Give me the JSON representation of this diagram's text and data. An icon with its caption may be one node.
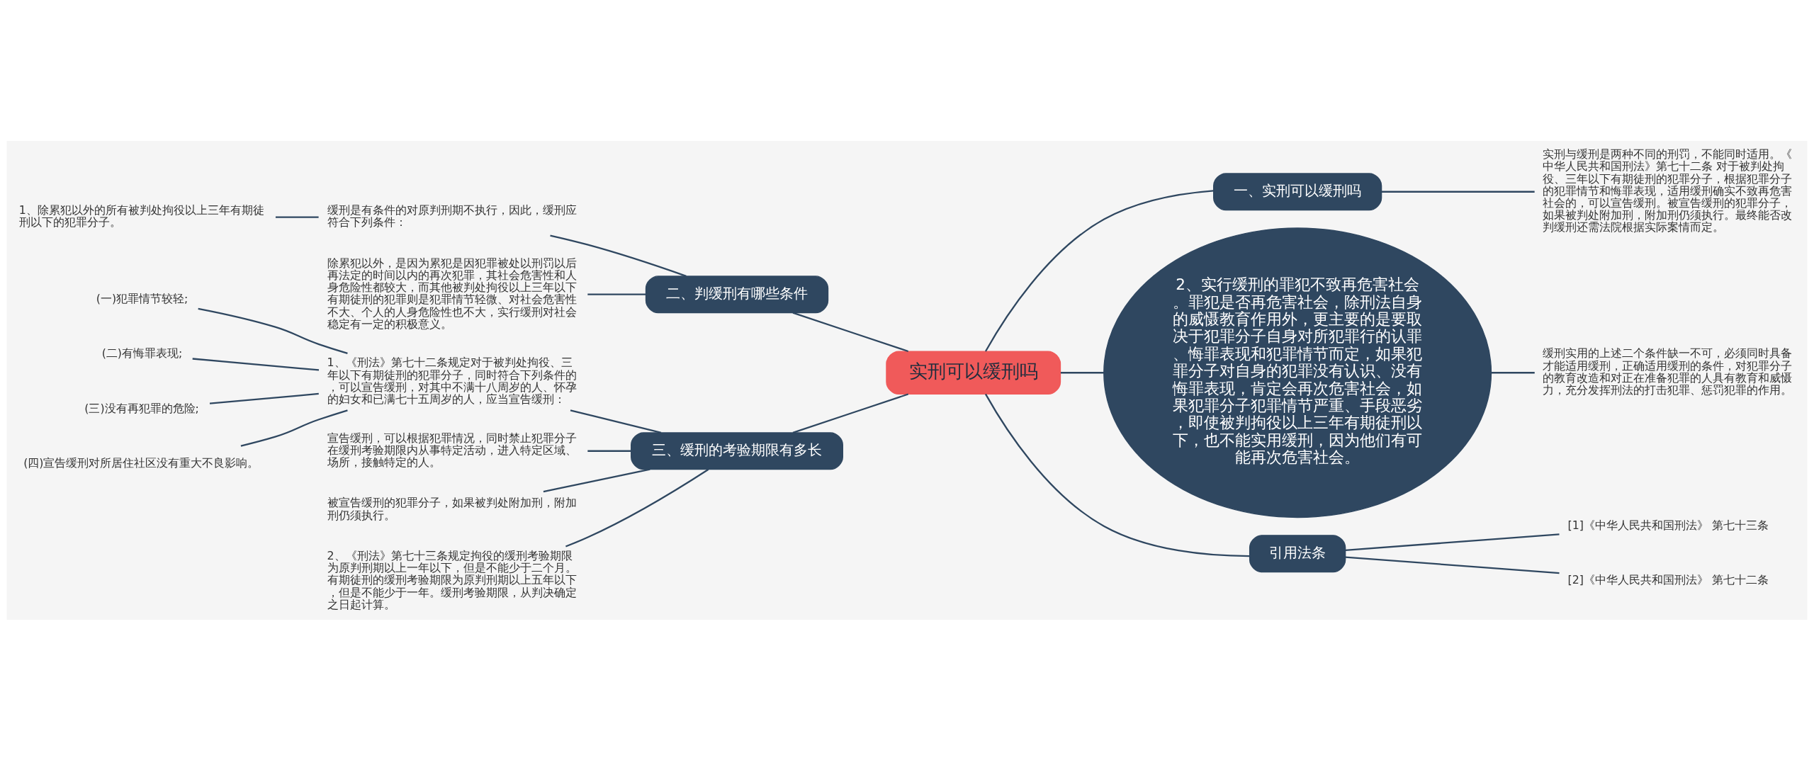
{
  "diagram": {
    "nodes": [
      {
        "text": [
          "实刑可以缓刑吗"
        ]
      },
      {
        "text": [
          "一、实刑可以缓刑吗"
        ]
      },
      {
        "text": [
          "实刑与缓刑是两种不同的刑罚，不能同时适用。《中华人民共和国刑法》第七十二条 对于被判处拘役、三年以下有期徒刑的犯罪分子，根据犯罪分子的犯罪情节和悔罪表现，适用缓刑确实不致再危害社会的，可以宣告缓刑。被宣告缓刑的犯罪分子，如果被判处附加刑，附加刑仍须执行。最终能否改判缓刑还需法院根据实际案情而定。"
        ]
      },
      {
        "text": [
          "2、实行缓刑的罪犯不致再危害社会。罪犯是否再危害社会，除刑法自身的威慑教育作用外，更主要的是要取决于犯罪分子自身对所犯罪行的认罪、悔罪表现和犯罪情节而定，如果犯罪分子对自身的犯罪没有认识、没有悔罪表现，肯定会再次危害社会，如果犯罪分子犯罪情节严重、手段恶劣，即使被判拘役以上三年有期徒刑以下，也不能实用缓刑，因为他们有可能再次危害社会。"
        ]
      },
      {
        "text": [
          "缓刑实用的上述二个条件缺一不可，必须同时具备才能适用缓刑，正确适用缓刑的条件，对犯罪分子的教育改造和对正在准备犯罪的人具有教育和威慑力，充分发挥刑法的打击犯罪、惩罚犯罪的作用。"
        ]
      },
      {
        "text": [
          "引用法条"
        ]
      },
      {
        "text": [
          "[1]《中华人民共和国刑法》 第七十三条"
        ]
      },
      {
        "text": [
          "[2]《中华人民共和国刑法》 第七十二条"
        ]
      },
      {
        "text": [
          "二、判缓刑有哪些条件"
        ]
      },
      {
        "text": [
          "缓刑是有条件的对原判刑期不执行，因此，缓刑应符合下列条件："
        ]
      },
      {
        "text": [
          "1、除累犯以外的所有被判处拘役以上三年有期徒刑以下的犯罪分子。"
        ]
      },
      {
        "text": [
          "除累犯以外，是因为累犯是因犯罪被处以刑罚以后再法定的时间以内的再次犯罪，其社会危害性和人身危险性都较大，而其他被判处拘役以上三年以下有期徒刑的犯罪则是犯罪情节轻微、对社会危害性不大、个人的人身危险性也不大，实行缓刑对社会稳定有一定的积极意义。"
        ]
      },
      {
        "text": [
          "三、缓刑的考验期限有多长"
        ]
      },
      {
        "text": [
          "1、《刑法》第七十二条规定对于被判处拘役、三年以下有期徒刑的犯罪分子，同时符合下列条件的，可以宣告缓刑，对其中不满十八周岁的人、怀孕的妇女和已满七十五周岁的人，应当宣告缓刑："
        ]
      },
      {
        "text": [
          "(一)犯罪情节较轻;"
        ]
      },
      {
        "text": [
          "(二)有悔罪表现;"
        ]
      },
      {
        "text": [
          "(三)没有再犯罪的危险;"
        ]
      },
      {
        "text": [
          "(四)宣告缓刑对所居住社区没有重大不良影响。"
        ]
      },
      {
        "text": [
          "宣告缓刑，可以根据犯罪情况，同时禁止犯罪分子在缓刑考验期限内从事特定活动，进入特定区域、场所，接触特定的人。"
        ]
      },
      {
        "text": [
          "被宣告缓刑的犯罪分子，如果被判处附加刑，附加刑仍须执行。"
        ]
      },
      {
        "text": [
          "2、《刑法》第七十三条规定拘役的缓刑考验期限为原判刑期以上一年以下，但是不能少于二个月。有期徒刑的缓刑考验期限为原判刑期以上五年以下，但是不能少于一年。缓刑考验期限，从判决确定之日起计算。"
        ]
      }
    ],
    "edges": [
      {
        "from": 0,
        "to": 1,
        "arrow": "none"
      },
      {
        "from": 1,
        "to": 2,
        "arrow": "none"
      },
      {
        "from": 0,
        "to": 3,
        "arrow": "none"
      },
      {
        "from": 3,
        "to": 4,
        "arrow": "none"
      },
      {
        "from": 0,
        "to": 5,
        "arrow": "none"
      },
      {
        "from": 5,
        "to": 6,
        "arrow": "none"
      },
      {
        "from": 5,
        "to": 7,
        "arrow": "none"
      },
      {
        "from": 0,
        "to": 8,
        "arrow": "none"
      },
      {
        "from": 8,
        "to": 9,
        "arrow": "none"
      },
      {
        "from": 9,
        "to": 10,
        "arrow": "none"
      },
      {
        "from": 8,
        "to": 11,
        "arrow": "none"
      },
      {
        "from": 0,
        "to": 12,
        "arrow": "none"
      },
      {
        "from": 12,
        "to": 13,
        "arrow": "none"
      },
      {
        "from": 13,
        "to": 14,
        "arrow": "none"
      },
      {
        "from": 13,
        "to": 15,
        "arrow": "none"
      },
      {
        "from": 13,
        "to": 16,
        "arrow": "none"
      },
      {
        "from": 13,
        "to": 17,
        "arrow": "none"
      },
      {
        "from": 12,
        "to": 18,
        "arrow": "none"
      },
      {
        "from": 12,
        "to": 19,
        "arrow": "none"
      },
      {
        "from": 12,
        "to": 20,
        "arrow": "none"
      }
    ]
  }
}
